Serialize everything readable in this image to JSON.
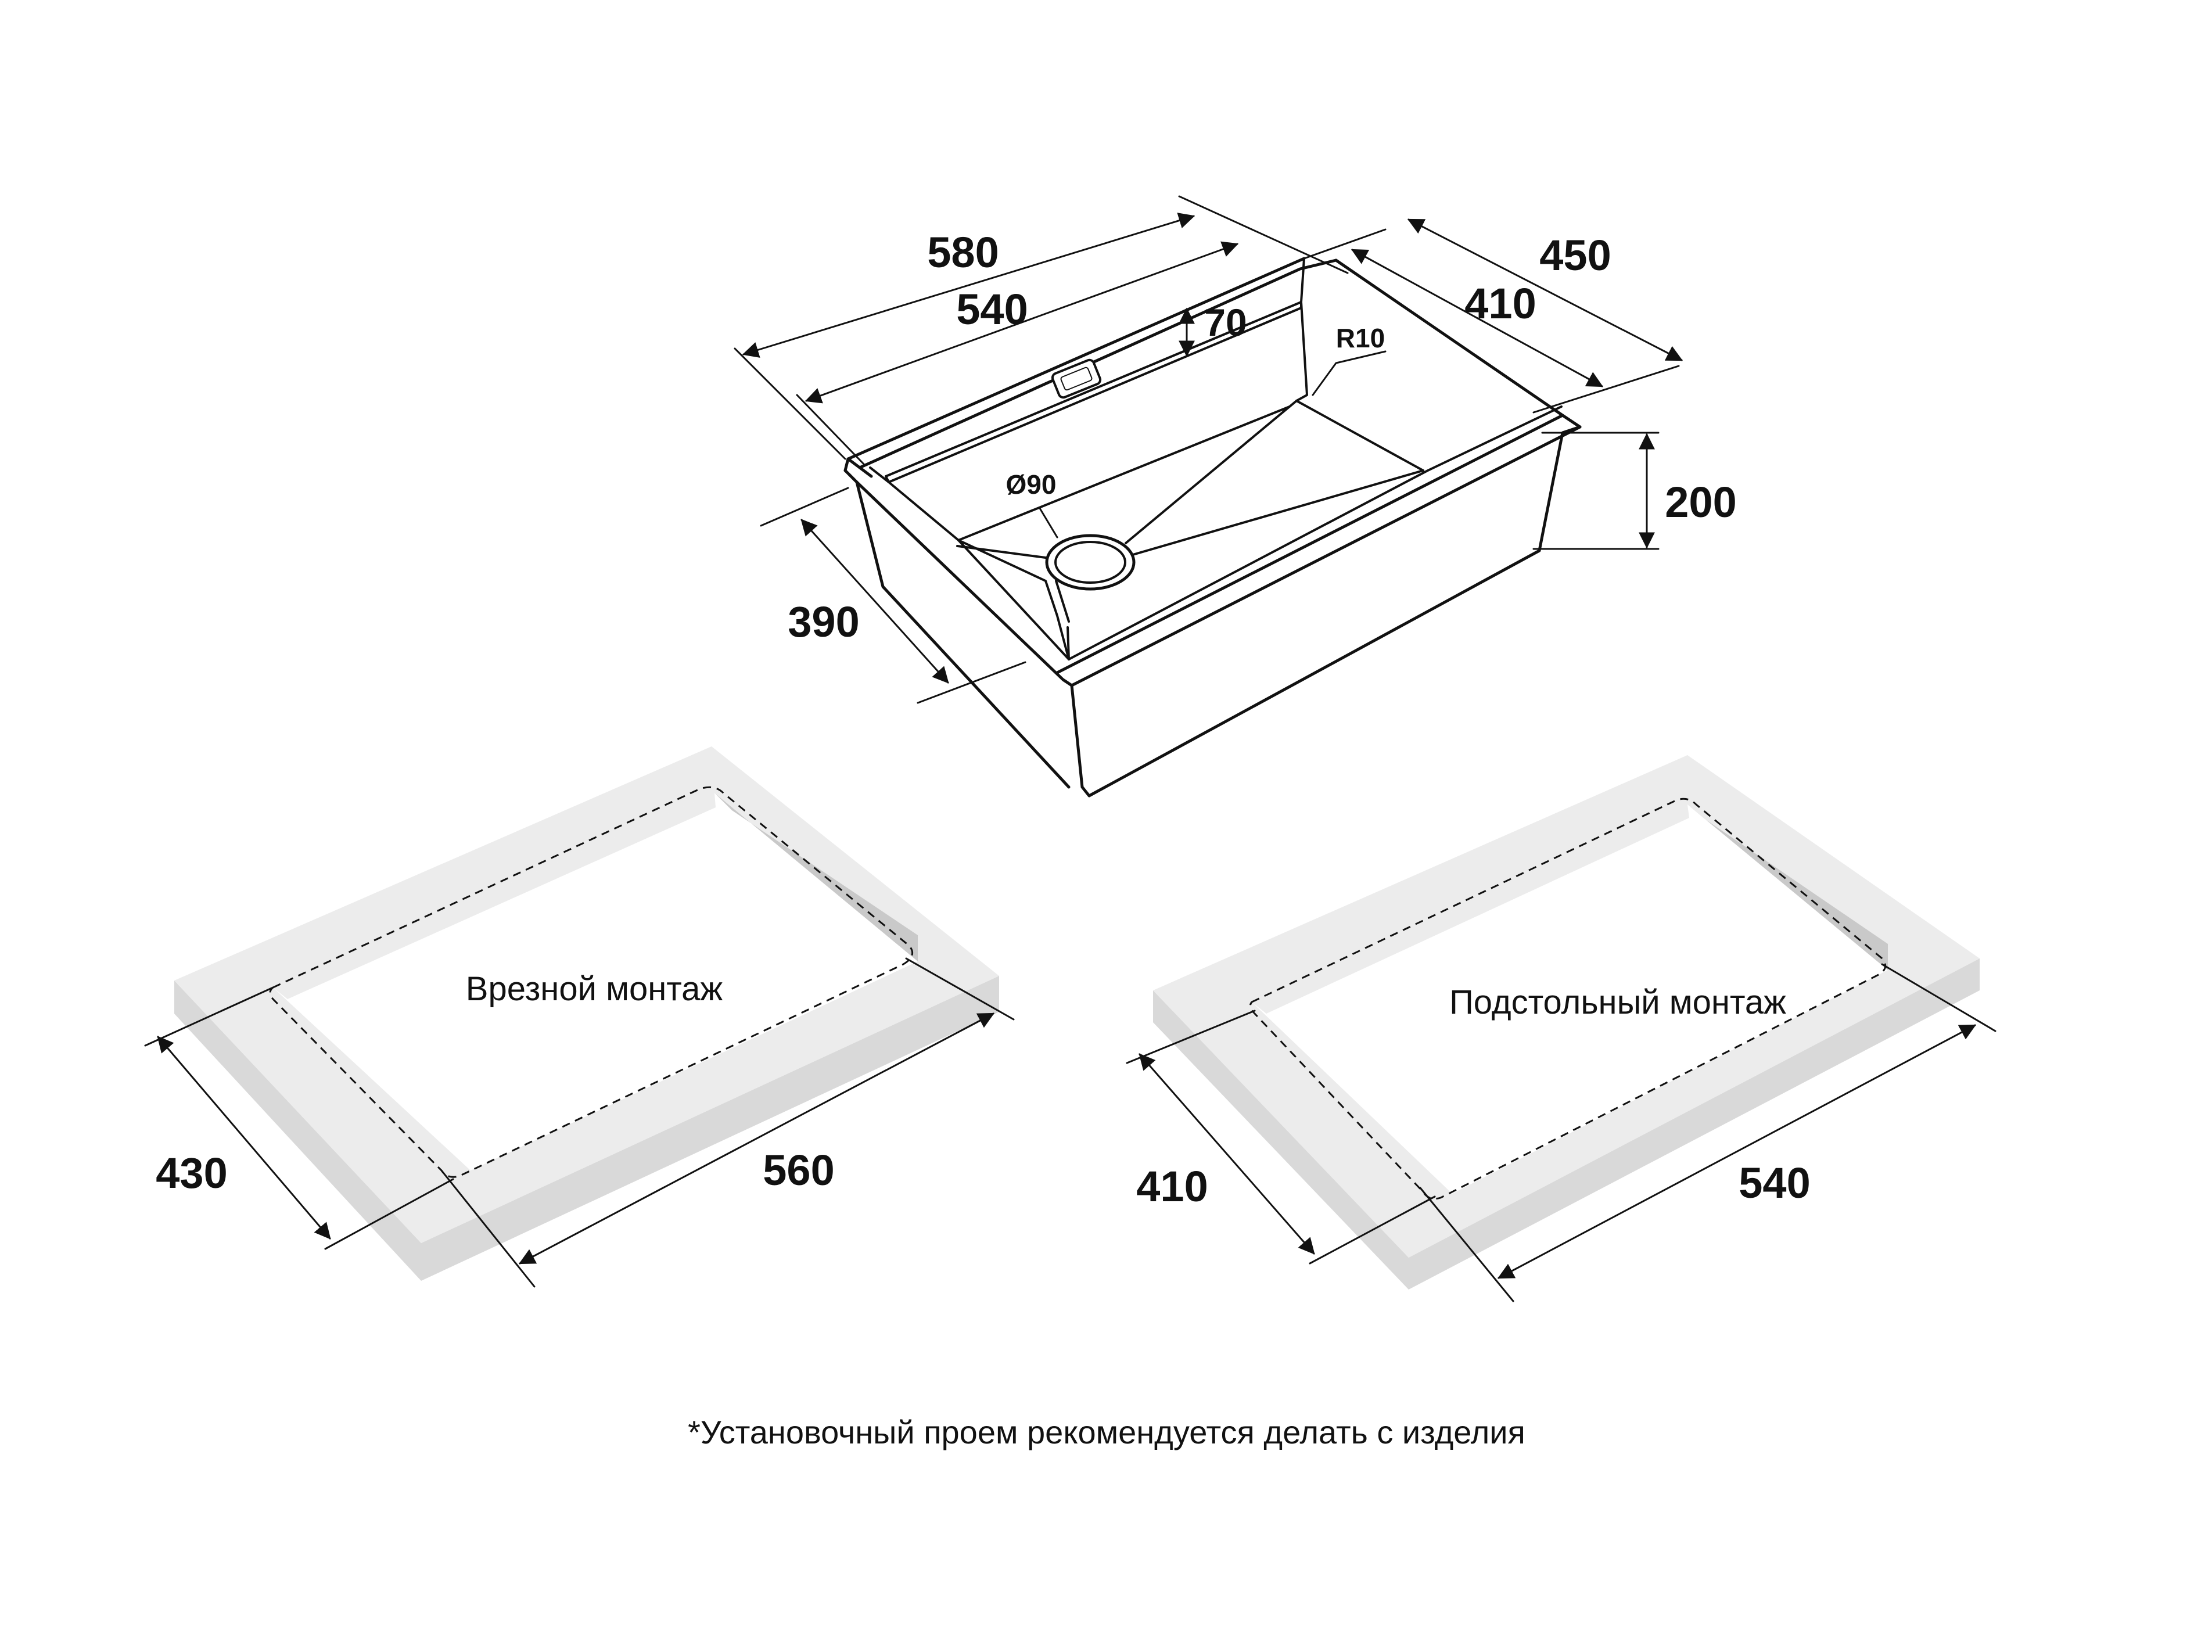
{
  "sink": {
    "dims": {
      "length_outer": "580",
      "length_inner": "540",
      "depth_outer": "450",
      "depth_inner": "410",
      "ledge": "70",
      "corner_radius": "R10",
      "height": "200",
      "bowl_depth": "390",
      "drain": "Ø90"
    }
  },
  "flush_mount": {
    "label": "Врезной монтаж",
    "width": "430",
    "length": "560"
  },
  "undermount": {
    "label": "Подстольный монтаж",
    "width": "410",
    "length": "540"
  },
  "footnote": "*Установочный проем рекомендуется делать с изделия",
  "colors": {
    "line": "#111111",
    "panel_top": "#ececec",
    "panel_side": "#d9d9d9",
    "cutout_wall": "#c9c9c9",
    "background": "#ffffff"
  }
}
